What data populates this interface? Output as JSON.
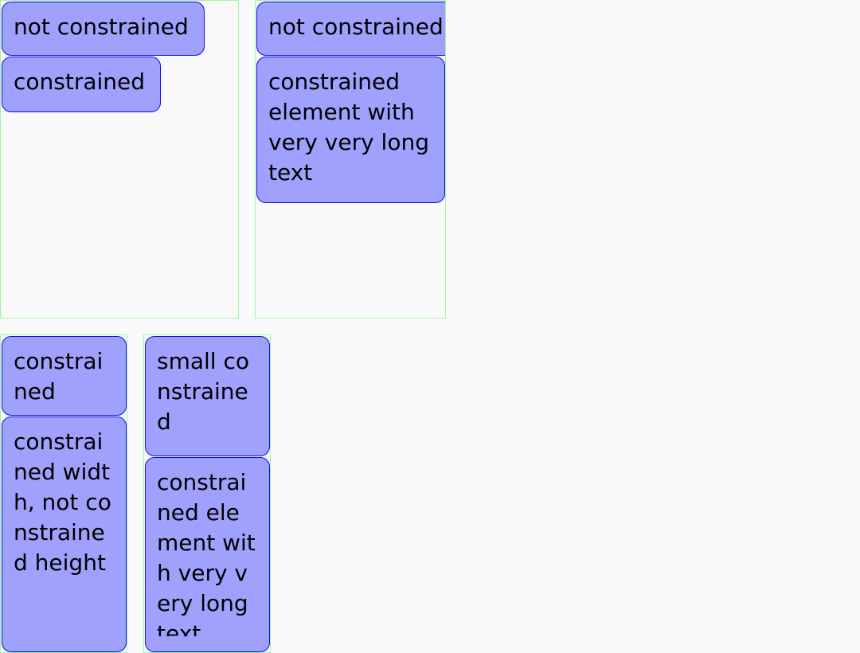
{
  "frames": {
    "top_left": {
      "not_constrained": "not constrained",
      "constrained": "constrained"
    },
    "top_right": {
      "not_constrained": "not constrained",
      "constrained_long": "constrained element with very very long text"
    },
    "bottom_left": {
      "constrained": "constrained",
      "constrained_width": "constrained width, not constrained height"
    },
    "bottom_right": {
      "small_constrained": "small constrained",
      "constrained_long": "constrained element with very very long text"
    }
  },
  "colors": {
    "frame_border": "#a6f2a6",
    "box_fill": "#9fa1fd",
    "box_border": "#0a0af0",
    "background": "#f9f9f9"
  }
}
